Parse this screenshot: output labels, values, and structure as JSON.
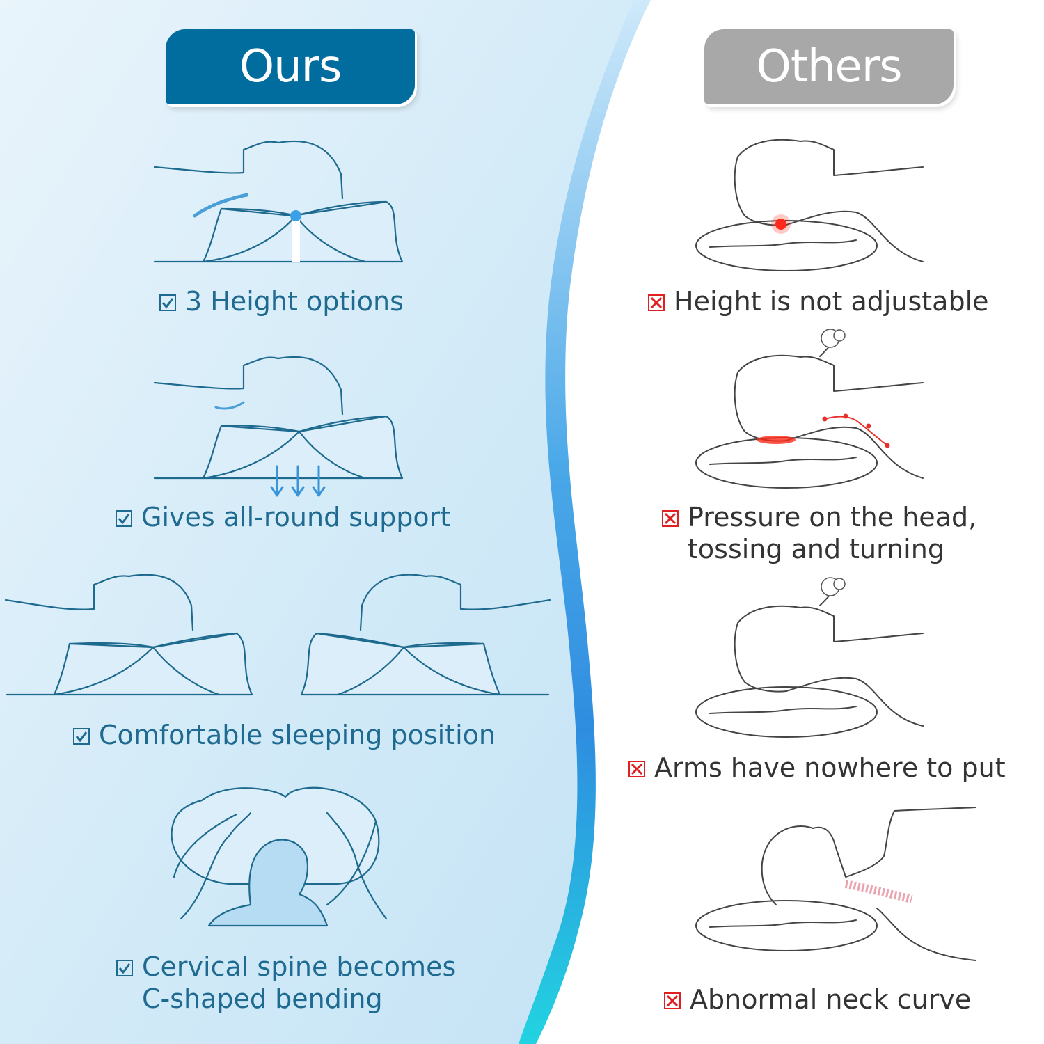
{
  "ours": {
    "badge": "Ours",
    "colors": {
      "accent": "#006d9e",
      "text": "#1f6a90",
      "line": "#1d6a8e",
      "fill": "#dbeefa"
    },
    "features": [
      {
        "lines": [
          "3 Height options"
        ],
        "icon": "checkbox-checked-icon"
      },
      {
        "lines": [
          "Gives all-round support"
        ],
        "icon": "checkbox-checked-icon"
      },
      {
        "lines": [
          "Comfortable sleeping position"
        ],
        "icon": "checkbox-checked-icon"
      },
      {
        "lines": [
          "Cervical spine becomes",
          "C-shaped bending"
        ],
        "icon": "checkbox-checked-icon"
      }
    ]
  },
  "others": {
    "badge": "Others",
    "colors": {
      "accent": "#a8a8a8",
      "text": "#333333",
      "line": "#444444",
      "cross": "#e02020"
    },
    "features": [
      {
        "lines": [
          "Height is not adjustable"
        ],
        "icon": "checkbox-cross-icon"
      },
      {
        "lines": [
          "Pressure on the head,",
          "tossing and turning"
        ],
        "icon": "checkbox-cross-icon"
      },
      {
        "lines": [
          "Arms have nowhere to put"
        ],
        "icon": "checkbox-cross-icon"
      },
      {
        "lines": [
          "Abnormal neck curve"
        ],
        "icon": "checkbox-cross-icon"
      }
    ]
  }
}
